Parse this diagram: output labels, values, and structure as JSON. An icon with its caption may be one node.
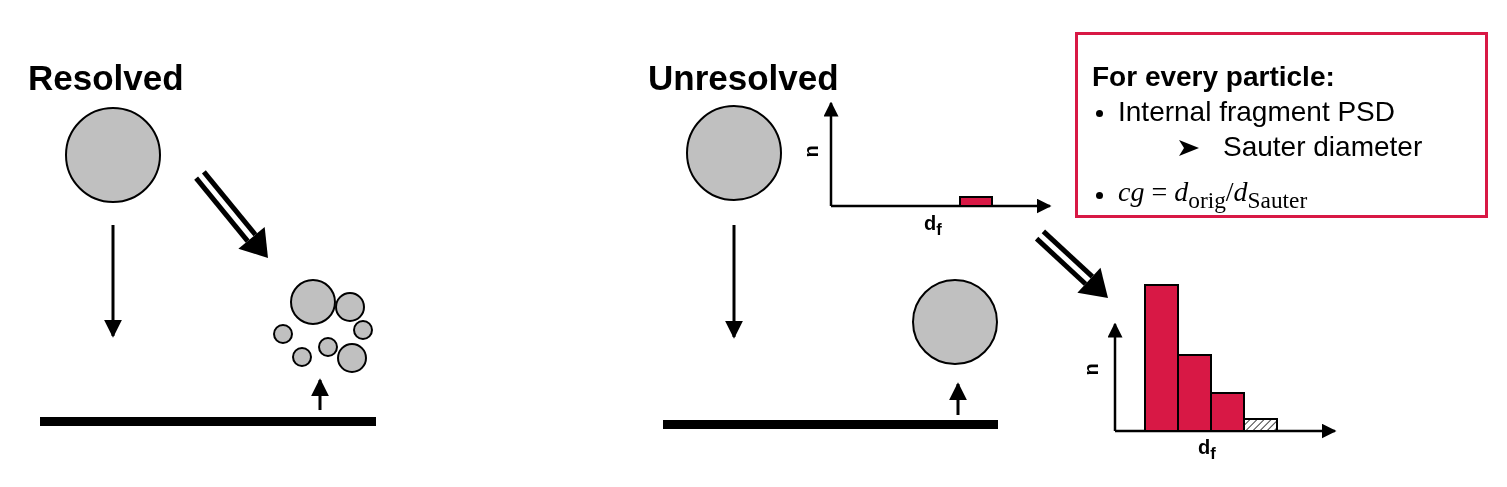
{
  "diagram": {
    "nodes": [
      {
        "text": [
          "For every particle:",
          "Internal fragment PSD",
          "Sauter diameter",
          "*cg* = *d*$_{orig}$/*d*$_{Sauter}$"
        ]
      }
    ],
    "labels": [
      "Resolved",
      "Unresolved",
      "n",
      "d$_{f}$",
      "n",
      "d$_{f}$"
    ]
  }
}
